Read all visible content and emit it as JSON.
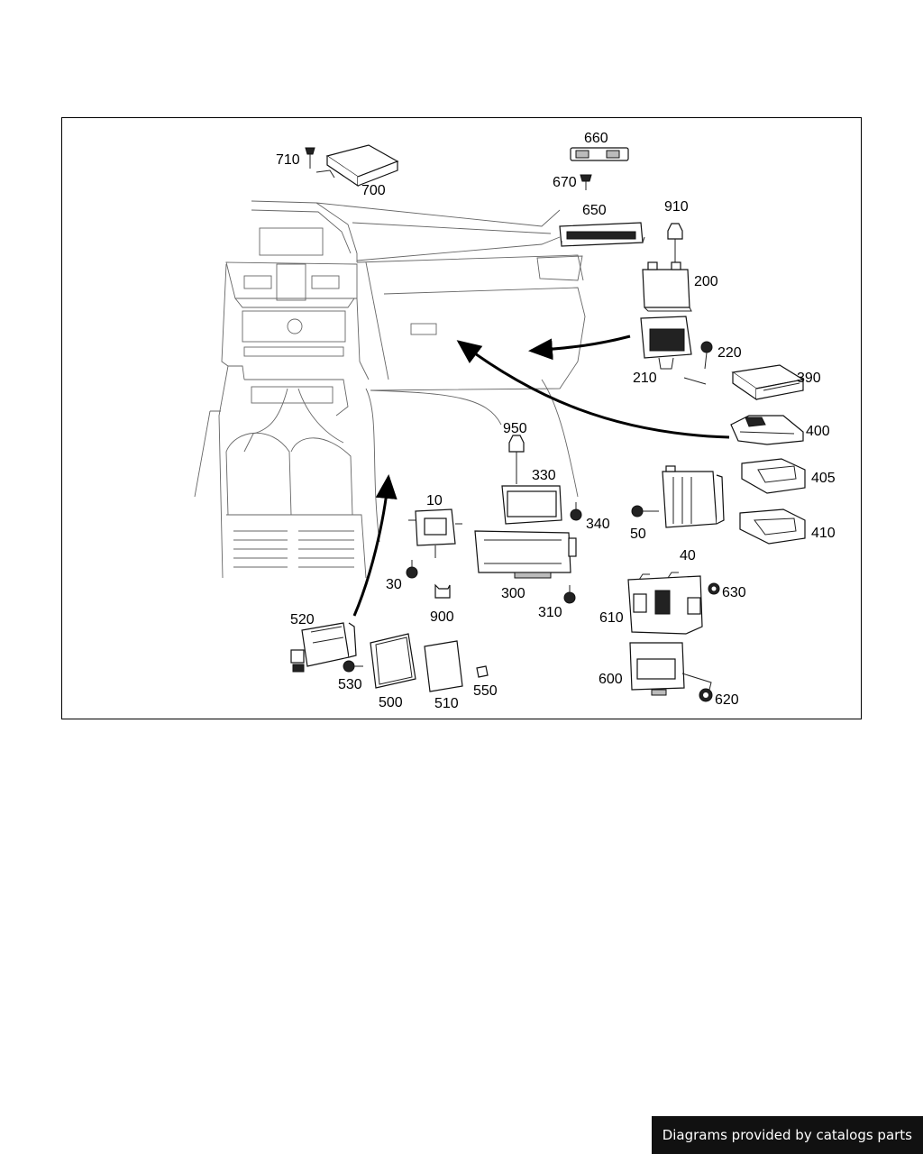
{
  "footer": {
    "text": "Diagrams provided by catalogs parts"
  },
  "parts": [
    {
      "id": "710",
      "label": "710"
    },
    {
      "id": "700",
      "label": "700"
    },
    {
      "id": "660",
      "label": "660"
    },
    {
      "id": "670",
      "label": "670"
    },
    {
      "id": "650",
      "label": "650"
    },
    {
      "id": "910",
      "label": "910"
    },
    {
      "id": "200",
      "label": "200"
    },
    {
      "id": "220",
      "label": "220"
    },
    {
      "id": "210",
      "label": "210"
    },
    {
      "id": "390",
      "label": "390"
    },
    {
      "id": "400",
      "label": "400"
    },
    {
      "id": "405",
      "label": "405"
    },
    {
      "id": "410",
      "label": "410"
    },
    {
      "id": "950",
      "label": "950"
    },
    {
      "id": "330",
      "label": "330"
    },
    {
      "id": "340",
      "label": "340"
    },
    {
      "id": "10",
      "label": "10"
    },
    {
      "id": "50",
      "label": "50"
    },
    {
      "id": "40",
      "label": "40"
    },
    {
      "id": "30",
      "label": "30"
    },
    {
      "id": "300",
      "label": "300"
    },
    {
      "id": "630",
      "label": "630"
    },
    {
      "id": "310",
      "label": "310"
    },
    {
      "id": "900",
      "label": "900"
    },
    {
      "id": "610",
      "label": "610"
    },
    {
      "id": "520",
      "label": "520"
    },
    {
      "id": "600",
      "label": "600"
    },
    {
      "id": "530",
      "label": "530"
    },
    {
      "id": "550",
      "label": "550"
    },
    {
      "id": "620",
      "label": "620"
    },
    {
      "id": "500",
      "label": "500"
    },
    {
      "id": "510",
      "label": "510"
    }
  ]
}
